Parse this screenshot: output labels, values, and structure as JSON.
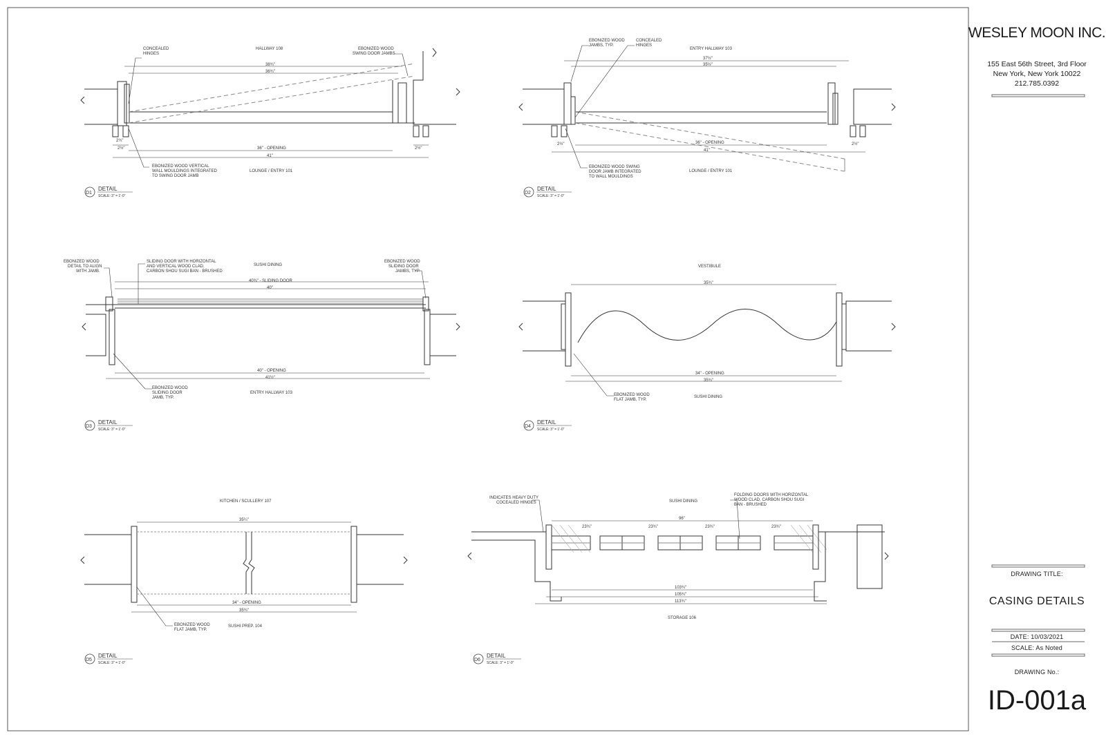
{
  "firm": {
    "name": "WESLEY MOON INC.",
    "address1": "155 East 56th Street, 3rd Floor",
    "address2": "New York, New York 10022",
    "phone": "212.785.0392"
  },
  "titleblock": {
    "drawing_title_label": "DRAWING TITLE:",
    "drawing_title": "CASING DETAILS",
    "date": "DATE: 10/03/2021",
    "scale": "SCALE: As Noted",
    "drawing_no_label": "DRAWING No.:",
    "drawing_no": "ID-001a"
  },
  "details": [
    {
      "id": "D1",
      "label": "DETAIL",
      "scale": "SCALE: 3\" = 1'-0\"",
      "rooms": [
        "HALLWAY 108",
        "LOUNGE / ENTRY 101"
      ],
      "notes": [
        "CONCEALED",
        "HINGES",
        "EBONIZED WOOD",
        "SWING DOOR JAMBS",
        "EBONIZED WOOD VERTICAL",
        "WALL MOULDINGS INTEGRATED",
        "TO SWING DOOR JAMB"
      ],
      "dims": [
        "38¾\"",
        "36¾\"",
        "36\" - OPENING",
        "41\"",
        "2¾\"",
        "2½\"",
        "2½\""
      ]
    },
    {
      "id": "D2",
      "label": "DETAIL",
      "scale": "SCALE: 3\" = 1'-0\"",
      "rooms": [
        "ENTRY HALLWAY 103",
        "LOUNGE / ENTRY 101"
      ],
      "notes": [
        "EBONIZED WOOD",
        "JAMBS, TYP.",
        "CONCEALED",
        "HINGES",
        "EBONIZED WOOD SWING",
        "DOOR JAMB INTEGRATED",
        "TO WALL MOULDINGS"
      ],
      "dims": [
        "37½\"",
        "35½\"",
        "36\" - OPENING",
        "41\"",
        "2½\"",
        "2½\""
      ]
    },
    {
      "id": "D3",
      "label": "DETAIL",
      "scale": "SCALE: 3\" = 1'-0\"",
      "rooms": [
        "SUSHI DINING",
        "ENTRY HALLWAY 103"
      ],
      "notes": [
        "EBONIZED WOOD",
        "DETAIL TO ALIGN",
        "WITH JAMB.",
        "SLIDING DOOR WITH HORIZONTAL",
        "AND VERTICAL WOOD CLAD,",
        "CARBON SHOU SUGI BAN - BRUSHED",
        "EBONIZED WOOD",
        "SLIDING DOOR",
        "JAMBS, TYP.",
        "EBONIZED WOOD",
        "SLIDING DOOR",
        "JAMB, TYP."
      ],
      "dims": [
        "40¾\" - SLIDING DOOR",
        "40\"",
        "40\" - OPENING",
        "41½\""
      ]
    },
    {
      "id": "D4",
      "label": "DETAIL",
      "scale": "SCALE: 3\" = 1'-0\"",
      "rooms": [
        "VESTIBULE",
        "SUSHI DINING"
      ],
      "notes": [
        "EBONIZED WOOD",
        "FLAT JAMB, TYP."
      ],
      "dims": [
        "35¾\"",
        "34\" - OPENING",
        "35¾\""
      ]
    },
    {
      "id": "D5",
      "label": "DETAIL",
      "scale": "SCALE: 3\" = 1'-0\"",
      "rooms": [
        "KITCHEN / SCULLERY 107",
        "SUSHI PREP. 104"
      ],
      "notes": [
        "EBONIZED WOOD",
        "FLAT JAMB, TYP."
      ],
      "dims": [
        "35¼\"",
        "34\" - OPENING",
        "35¾\""
      ]
    },
    {
      "id": "D6",
      "label": "DETAIL",
      "scale": "SCALE: 3\" = 1'-0\"",
      "rooms": [
        "SUSHI DINING",
        "STORAGE 106"
      ],
      "notes": [
        "INDICATES HEAVY DUTY",
        "COCEALED HINGES",
        "FOLDING DOORS WITH HORIZONTAL",
        "WOOD CLAD, CARBON SHOU SUGI",
        "BAN - BRUSHED"
      ],
      "dims": [
        "96\"",
        "23¾\"",
        "23¾\"",
        "23¾\"",
        "23¾\"",
        "103¾\"",
        "105¾\"",
        "113¾\""
      ]
    }
  ]
}
